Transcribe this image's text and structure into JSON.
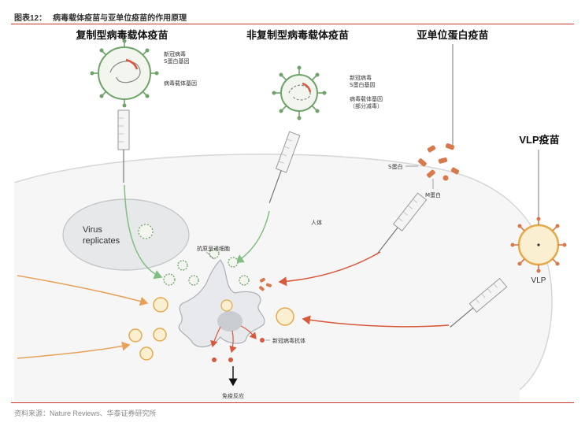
{
  "figure": {
    "label": "图表12：",
    "title": "病毒载体疫苗与亚单位疫苗的作用原理",
    "source": "资料来源：Nature Reviews、华泰证券研究所"
  },
  "vaccines": {
    "replicating_vector": {
      "title": "复制型病毒载体疫苗",
      "spike_gene": [
        "新冠病毒",
        "S蛋白基因"
      ],
      "vector_genome": "病毒载体基因"
    },
    "non_replicating_vector": {
      "title": "非复制型病毒载体疫苗",
      "spike_gene": [
        "新冠病毒",
        "S蛋白基因"
      ],
      "vector_genome": [
        "病毒载体基因",
        "（部分减毒）"
      ]
    },
    "subunit": {
      "title": "亚单位蛋白疫苗",
      "s_protein": "S蛋白",
      "m_protein": "M蛋白"
    },
    "vlp": {
      "title": "VLP疫苗",
      "label": "VLP"
    }
  },
  "body": {
    "human_body": "人体",
    "cell_virus_replicates": [
      "Virus",
      "replicates"
    ],
    "apc": "抗原呈递细胞",
    "antibody": "新冠病毒抗体",
    "immune_response": "免疫反应"
  },
  "colors": {
    "accent_red": "#c0392b",
    "green_arrow": "#7fbf7f",
    "orange_arrow": "#e8a15a",
    "red_arrow": "#d9583b",
    "virus_fill": "#f3f6ef",
    "virus_spike": "#6ea36a",
    "vlp_fill": "#fbefd2",
    "vlp_stroke": "#e6a94a",
    "protein": "#d9784a"
  }
}
